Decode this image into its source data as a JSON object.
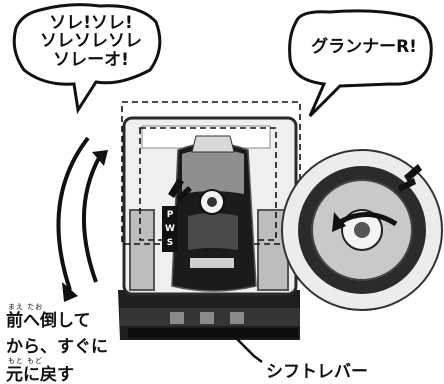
{
  "shout": {
    "lines": [
      "ソレ!ソレ!",
      "ソレソレソレ",
      "ソレーオ!"
    ]
  },
  "name_bubble": {
    "text": "グランナーR!"
  },
  "device": {
    "side_letters": [
      "P",
      "W",
      "S"
    ]
  },
  "instruction": {
    "ruby_1": "まえ たお",
    "line_1": "前へ倒して",
    "line_2": "から、すぐに",
    "ruby_3": "もと もど",
    "line_3": "元に戻す"
  },
  "callout": {
    "label": "シフトレバー"
  }
}
